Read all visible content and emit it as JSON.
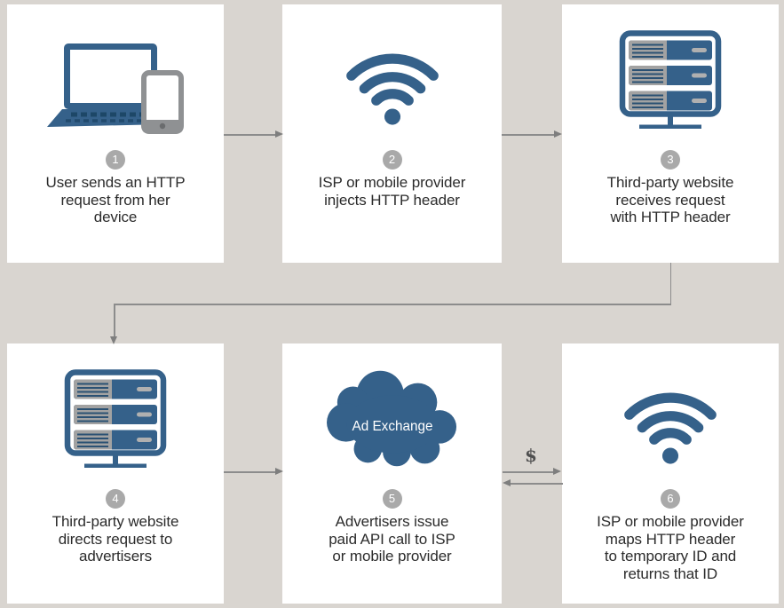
{
  "colors": {
    "bg": "#d9d5d0",
    "card": "#ffffff",
    "accent_blue": "#35618a",
    "badge_gray": "#a9a9a9",
    "arrow_gray": "#8c8c8c",
    "text_color": "#2b2b2b"
  },
  "steps": [
    {
      "number": "1",
      "icon": "laptop-and-phone-icon",
      "caption": "User sends an HTTP\nrequest from her\ndevice"
    },
    {
      "number": "2",
      "icon": "wifi-icon",
      "caption": "ISP or mobile provider\ninjects HTTP header"
    },
    {
      "number": "3",
      "icon": "server-icon",
      "caption": "Third-party website\nreceives request\nwith HTTP header"
    },
    {
      "number": "4",
      "icon": "server-icon",
      "caption": "Third-party website\ndirects request to\nadvertisers"
    },
    {
      "number": "5",
      "icon": "ad-exchange-cloud-icon",
      "cloud_label": "Ad Exchange",
      "caption": "Advertisers issue\npaid API call to ISP\nor mobile provider"
    },
    {
      "number": "6",
      "icon": "wifi-icon",
      "caption": "ISP or mobile provider\nmaps HTTP header\nto temporary ID and\nreturns that ID"
    }
  ],
  "flow": {
    "money_label": "$",
    "arrows": [
      {
        "from": "step-1",
        "to": "step-2"
      },
      {
        "from": "step-2",
        "to": "step-3"
      },
      {
        "from": "step-3",
        "to": "step-4"
      },
      {
        "from": "step-4",
        "to": "step-5"
      },
      {
        "from": "step-5",
        "to": "step-6"
      },
      {
        "from": "step-6",
        "to": "step-5"
      }
    ]
  }
}
